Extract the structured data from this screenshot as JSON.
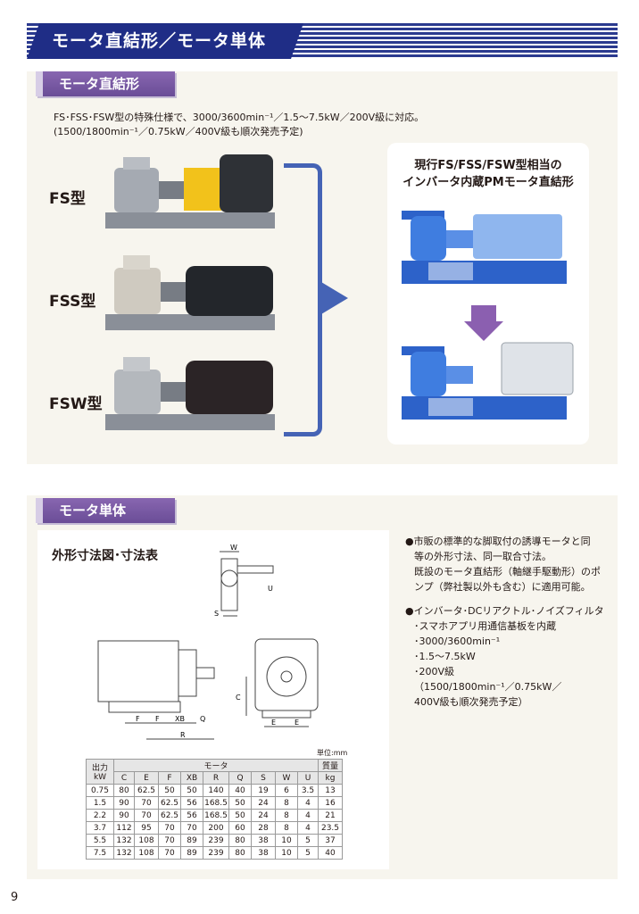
{
  "banner": {
    "title": "モータ直結形／モータ単体"
  },
  "section1": {
    "tab": "モータ直結形",
    "intro_line1": "FS･FSS･FSW型の特殊仕様で、3000/3600min⁻¹／1.5～7.5kW／200V級に対応。",
    "intro_line2": "(1500/1800min⁻¹／0.75kW／400V級も順次発売予定)",
    "models": [
      "FS型",
      "FSS型",
      "FSW型"
    ],
    "card_title_line1": "現行FS/FSS/FSW型相当の",
    "card_title_line2": "インバータ内蔵PMモータ直結形"
  },
  "section2": {
    "tab": "モータ単体",
    "drawing_title": "外形寸法図･寸法表",
    "unit": "単位:mm",
    "dims": {
      "C": "C",
      "E": "E",
      "F": "F",
      "XB": "XB",
      "Q": "Q",
      "R": "R",
      "S": "S",
      "U": "U",
      "W": "W"
    },
    "table": {
      "h_output": "出力",
      "h_output_unit": "kW",
      "h_motor": "モータ",
      "h_mass": "質量",
      "h_mass_unit": "kg",
      "cols": [
        "C",
        "E",
        "F",
        "XB",
        "R",
        "Q",
        "S",
        "W",
        "U"
      ],
      "rows": [
        [
          "0.75",
          "80",
          "62.5",
          "50",
          "50",
          "140",
          "40",
          "19",
          "6",
          "3.5",
          "13"
        ],
        [
          "1.5",
          "90",
          "70",
          "62.5",
          "56",
          "168.5",
          "50",
          "24",
          "8",
          "4",
          "16"
        ],
        [
          "2.2",
          "90",
          "70",
          "62.5",
          "56",
          "168.5",
          "50",
          "24",
          "8",
          "4",
          "21"
        ],
        [
          "3.7",
          "112",
          "95",
          "70",
          "70",
          "200",
          "60",
          "28",
          "8",
          "4",
          "23.5"
        ],
        [
          "5.5",
          "132",
          "108",
          "70",
          "89",
          "239",
          "80",
          "38",
          "10",
          "5",
          "37"
        ],
        [
          "7.5",
          "132",
          "108",
          "70",
          "89",
          "239",
          "80",
          "38",
          "10",
          "5",
          "40"
        ]
      ]
    },
    "bullet1": [
      "●市販の標準的な脚取付の誘導モータと同",
      "等の外形寸法、同一取合寸法。",
      "既設のモータ直結形（軸継手駆動形）のポ",
      "ンプ（弊社製以外も含む）に適用可能。"
    ],
    "bullet2_head": "●インバータ･DCリアクトル･ノイズフィルタ",
    "bullet2_items": [
      "･スマホアプリ用通信基板を内蔵",
      "･3000/3600min⁻¹",
      "･1.5～7.5kW",
      "･200V級"
    ],
    "bullet2_note": [
      "（1500/1800min⁻¹／0.75kW／",
      "400V級も順次発売予定）"
    ]
  },
  "page_number": "9"
}
